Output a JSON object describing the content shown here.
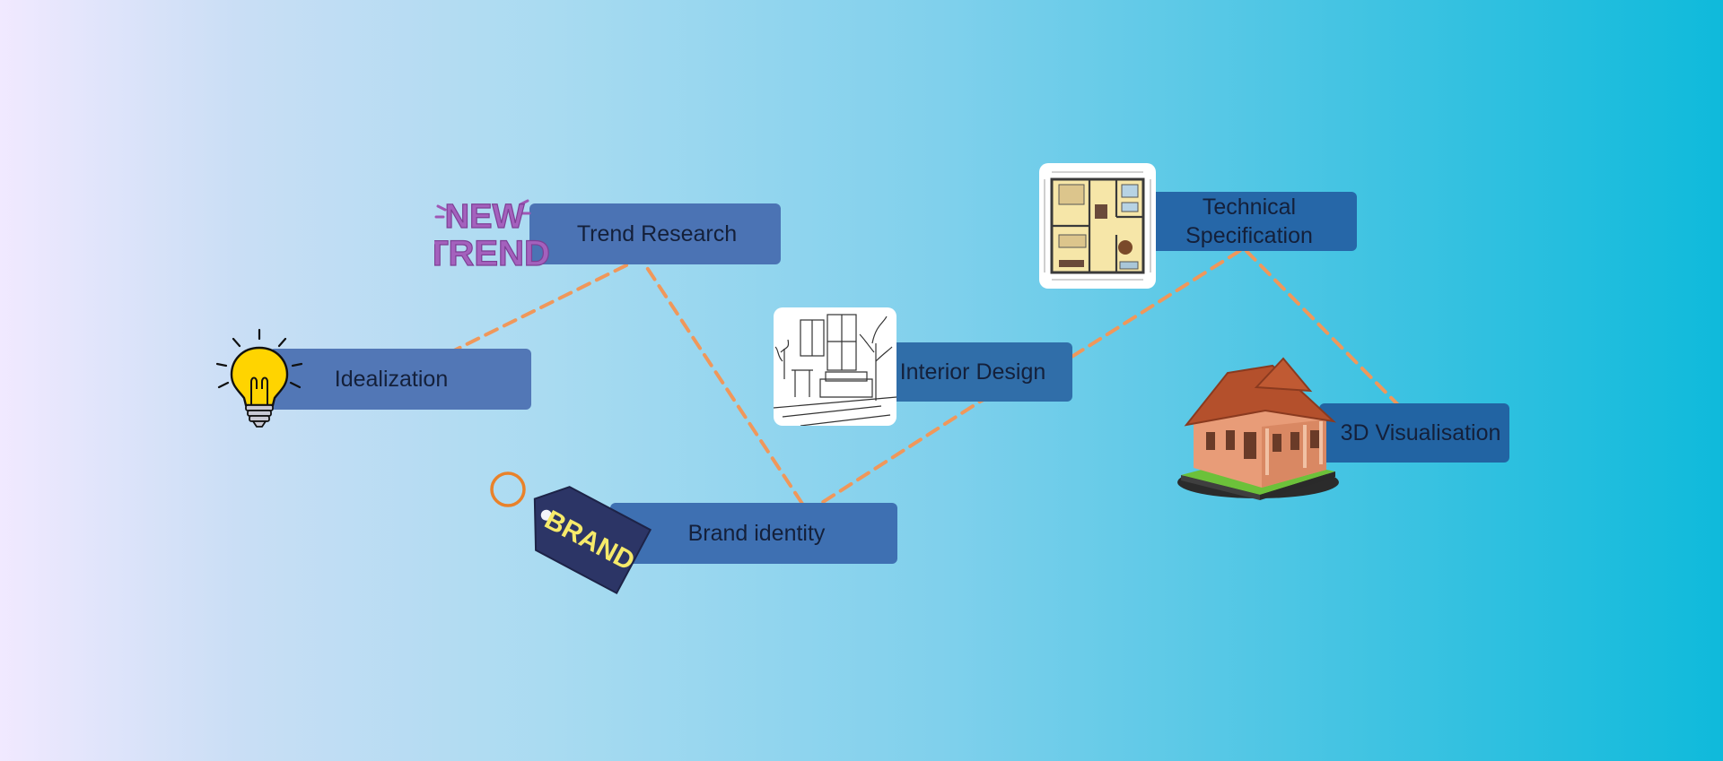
{
  "steps": [
    {
      "id": "idealization",
      "label": "Idealization",
      "icon": "lightbulb-icon"
    },
    {
      "id": "trend_research",
      "label": "Trend Research",
      "icon": "new-trend-icon"
    },
    {
      "id": "brand_identity",
      "label": "Brand identity",
      "icon": "brand-tag-icon"
    },
    {
      "id": "interior_design",
      "label": "Interior Design",
      "icon": "interior-sketch-icon"
    },
    {
      "id": "technical_specification",
      "label": "Technical Specification",
      "icon": "floor-plan-icon"
    },
    {
      "id": "visualisation_3d",
      "label": "3D Visualisation",
      "icon": "house-3d-icon"
    }
  ],
  "icon_text": {
    "new_trend_line1": "NEW",
    "new_trend_line2": "TREND",
    "brand_tag": "BRAND"
  },
  "colors": {
    "connector": "#f0975a",
    "box": "#3e70b2",
    "bulb": "#ffd400",
    "tag": "#2c3566"
  }
}
